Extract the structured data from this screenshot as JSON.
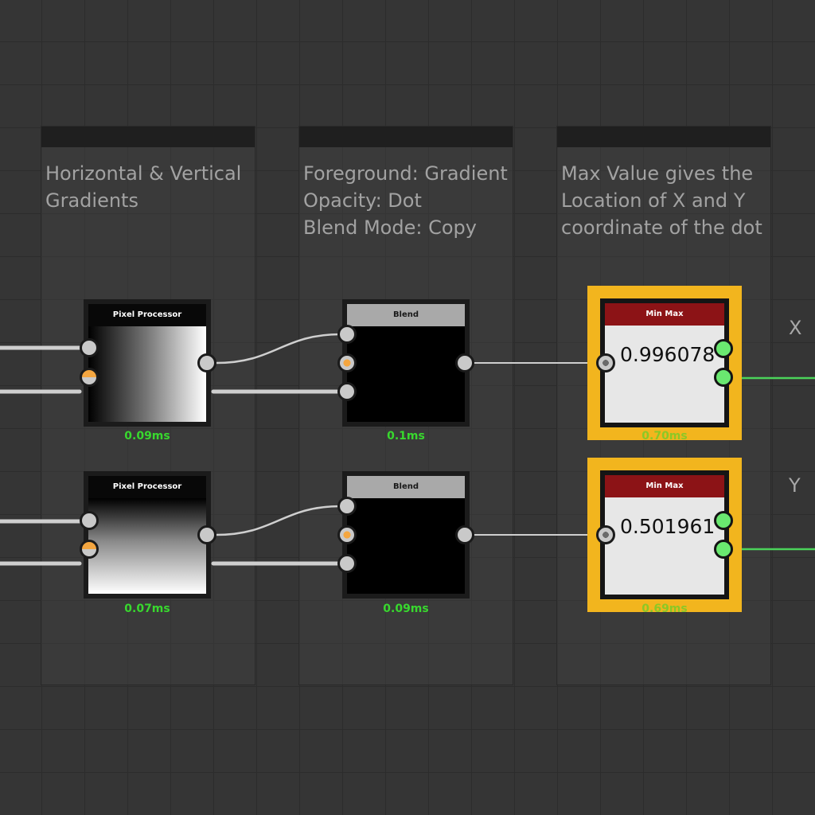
{
  "frames": [
    {
      "comment": "Horizontal & Vertical\nGradients"
    },
    {
      "comment": "Foreground: Gradient\nOpacity: Dot\nBlend Mode: Copy"
    },
    {
      "comment": "Max Value gives the\nLocation of X and Y\ncoordinate of the dot"
    }
  ],
  "nodes": {
    "pixel_processor_1": {
      "title": "Pixel Processor",
      "time": "0.09ms"
    },
    "pixel_processor_2": {
      "title": "Pixel Processor",
      "time": "0.07ms"
    },
    "blend_1": {
      "title": "Blend",
      "time": "0.1ms"
    },
    "blend_2": {
      "title": "Blend",
      "time": "0.09ms"
    },
    "min_max_1": {
      "title": "Min Max",
      "value": "0.996078",
      "time": "0.70ms"
    },
    "min_max_2": {
      "title": "Min Max",
      "value": "0.501961",
      "time": "0.69ms"
    }
  },
  "outputs": {
    "x_label": "X",
    "y_label": "Y"
  },
  "colors": {
    "background": "#353535",
    "selection": "#f2b51e",
    "minmax_header": "#8c1316",
    "time_text": "#38d82e",
    "output_socket": "#6ae870",
    "wire": "#cfcfcf",
    "output_wire": "#4bd35a"
  }
}
